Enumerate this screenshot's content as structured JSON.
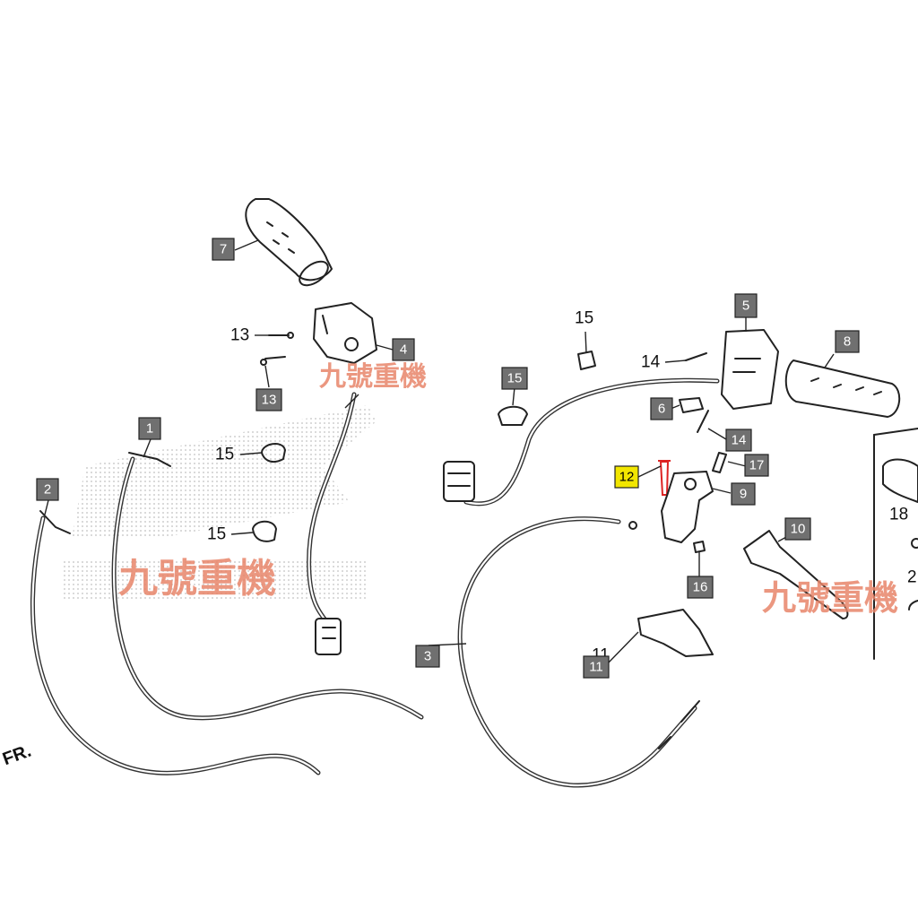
{
  "watermark_text": "九號重機",
  "direction_label": "FR.",
  "colors": {
    "label_box": "#707070",
    "highlight_box": "#f2e600",
    "watermark": "#e8866a"
  },
  "callouts": {
    "c1": "1",
    "c2": "2",
    "c3": "3",
    "c4": "4",
    "c5": "5",
    "c6": "6",
    "c7": "7",
    "c8": "8",
    "c9": "9",
    "c10": "10",
    "c11": "11",
    "c11b": "11",
    "c12": "12",
    "c13a": "13",
    "c13b": "13",
    "c14a": "14",
    "c14b": "14",
    "c15a": "15",
    "c15b": "15",
    "c15c": "15",
    "c15d": "15",
    "c16": "16",
    "c17": "17",
    "c18": "18",
    "c2b": "2"
  }
}
